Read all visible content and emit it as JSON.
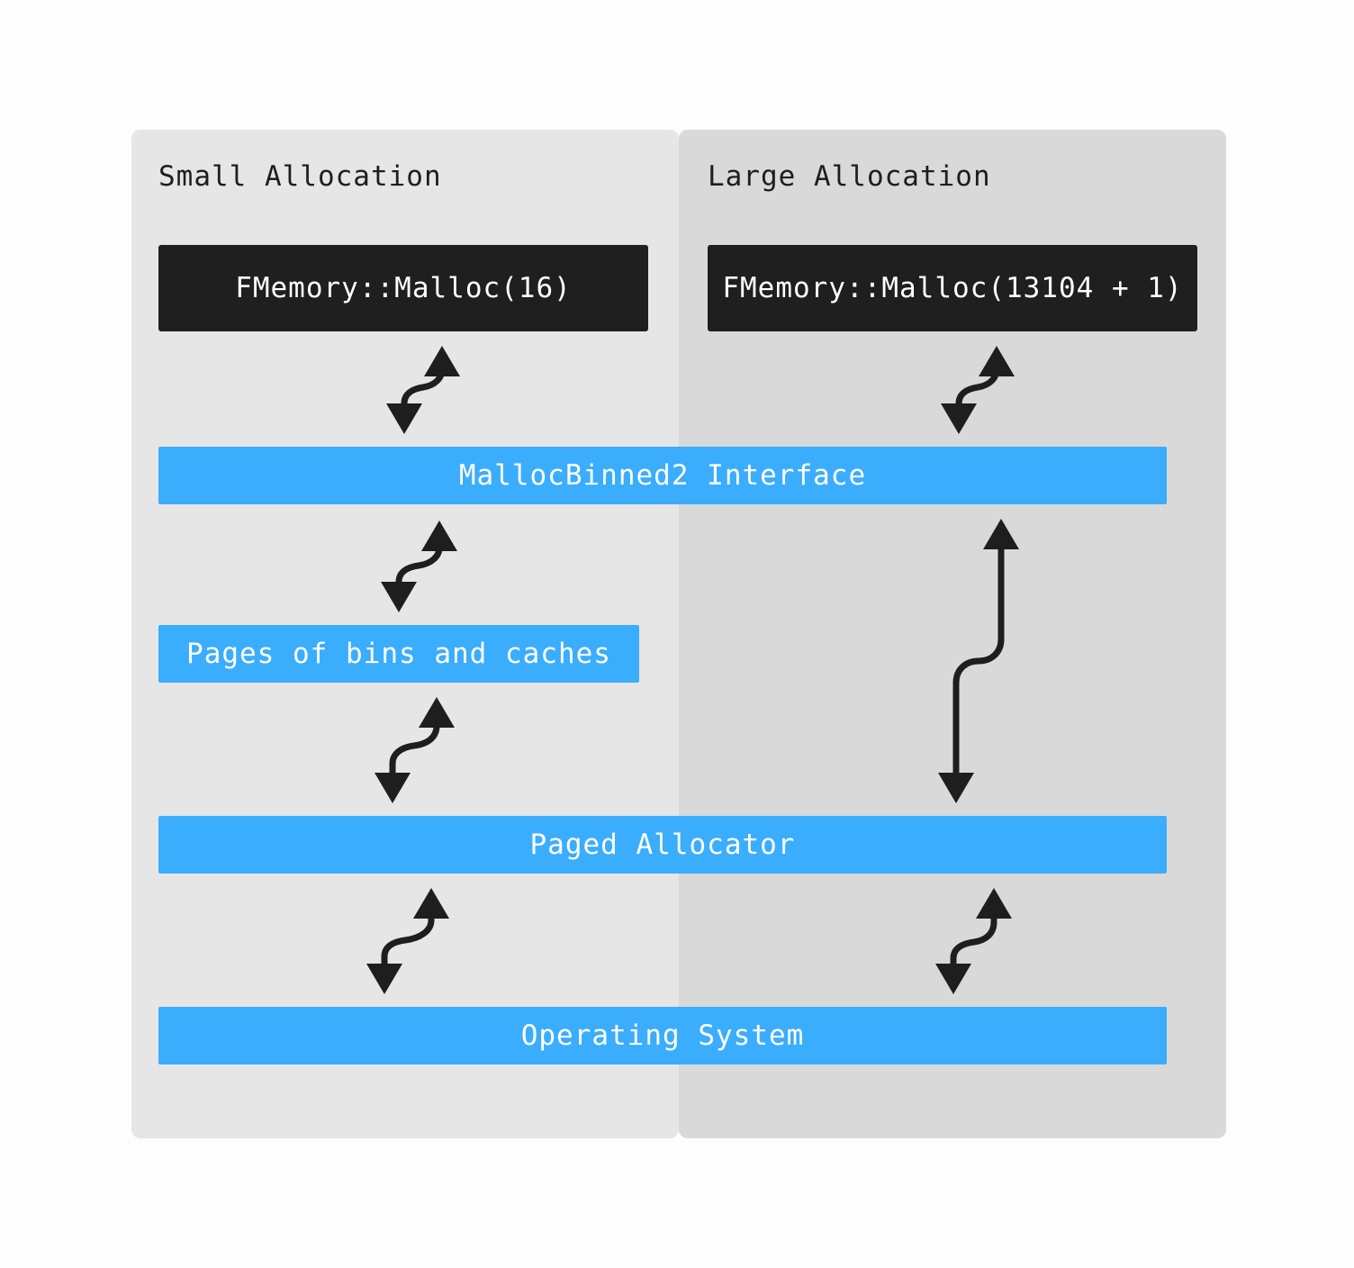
{
  "panels": {
    "small": {
      "title": "Small Allocation"
    },
    "large": {
      "title": "Large Allocation"
    }
  },
  "boxes": {
    "malloc_small": "FMemory::Malloc(16)",
    "malloc_large": "FMemory::Malloc(13104 + 1)",
    "mallocbinned2": "MallocBinned2 Interface",
    "pages_bins": "Pages of bins and caches",
    "paged_allocator": "Paged Allocator",
    "operating_system": "Operating System"
  },
  "colors": {
    "panel_small": "#e6e6e6",
    "panel_large": "#d9d9d9",
    "dark_box": "#1f1f1f",
    "blue_box": "#3badfd",
    "arrow": "#1e1e1e"
  },
  "arrows_icon": "bidirectional-arrow-icon"
}
